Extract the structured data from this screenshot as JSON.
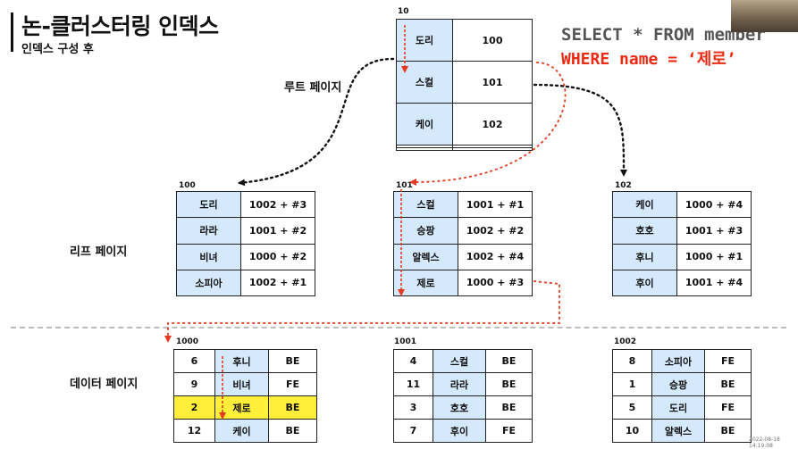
{
  "title": "논-클러스터링 인덱스",
  "subtitle": "인덱스 구성 후",
  "labels": {
    "root": "루트 페이지",
    "leaf": "리프 페이지",
    "data": "데이터 페이지"
  },
  "query": {
    "line1": "SELECT * FROM member",
    "line2": "WHERE name = ‘제로’"
  },
  "timestamp": "2022-08-18 14:19:08",
  "colors": {
    "index_cell": "#d4e9fb",
    "highlight_row": "#ffef3a",
    "search_path": "#e33b1f",
    "pointer": "#111111",
    "query_where": "#ee2a14"
  },
  "root": {
    "page": "10",
    "rows": [
      [
        "도리",
        "100"
      ],
      [
        "스컬",
        "101"
      ],
      [
        "케이",
        "102"
      ],
      [
        "",
        ""
      ],
      [
        "",
        ""
      ]
    ]
  },
  "leaf_pages": [
    {
      "page": "100",
      "rows": [
        [
          "도리",
          "1002 + #3"
        ],
        [
          "라라",
          "1001 + #2"
        ],
        [
          "비녀",
          "1000 + #2"
        ],
        [
          "소피아",
          "1002 + #1"
        ]
      ]
    },
    {
      "page": "101",
      "rows": [
        [
          "스컬",
          "1001 + #1"
        ],
        [
          "승팡",
          "1002 + #2"
        ],
        [
          "알렉스",
          "1002 + #4"
        ],
        [
          "제로",
          "1000 + #3"
        ]
      ]
    },
    {
      "page": "102",
      "rows": [
        [
          "케이",
          "1000 + #4"
        ],
        [
          "호호",
          "1001 + #3"
        ],
        [
          "후니",
          "1000 + #1"
        ],
        [
          "후이",
          "1001 + #4"
        ]
      ]
    }
  ],
  "data_pages": [
    {
      "page": "1000",
      "rows": [
        [
          "6",
          "후니",
          "BE"
        ],
        [
          "9",
          "비녀",
          "FE"
        ],
        [
          "2",
          "제로",
          "BE"
        ],
        [
          "12",
          "케이",
          "BE"
        ]
      ],
      "highlight_row": 2
    },
    {
      "page": "1001",
      "rows": [
        [
          "4",
          "스컬",
          "BE"
        ],
        [
          "11",
          "라라",
          "BE"
        ],
        [
          "3",
          "호호",
          "BE"
        ],
        [
          "7",
          "후이",
          "FE"
        ]
      ]
    },
    {
      "page": "1002",
      "rows": [
        [
          "8",
          "소피아",
          "FE"
        ],
        [
          "1",
          "승팡",
          "BE"
        ],
        [
          "5",
          "도리",
          "FE"
        ],
        [
          "10",
          "알렉스",
          "BE"
        ]
      ]
    }
  ]
}
